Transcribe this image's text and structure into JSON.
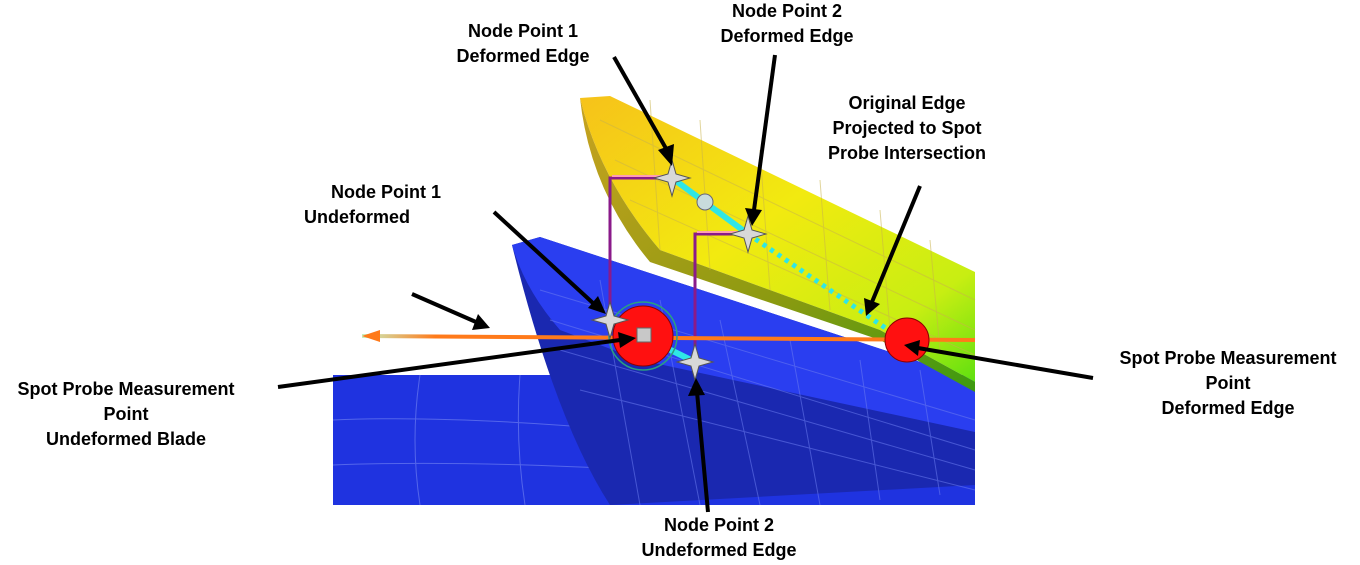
{
  "labels": {
    "node1_deformed": [
      "Node Point 1",
      "Deformed Edge"
    ],
    "node2_deformed": [
      "Node Point 2",
      "Deformed Edge"
    ],
    "original_edge": [
      "Original Edge",
      "Projected to Spot",
      "Probe Intersection"
    ],
    "node1_undeformed": [
      "Node Point 1",
      "Undeformed"
    ],
    "spot_undeformed": [
      "Spot Probe Measurement",
      "Point",
      "Undeformed Blade"
    ],
    "spot_deformed": [
      "Spot Probe Measurement",
      "Point",
      "Deformed Edge"
    ],
    "node2_undeformed": [
      "Node Point 2",
      "Undeformed Edge"
    ]
  },
  "colors": {
    "undeformed_blade": "#1f33e0",
    "undeformed_blade_shade": "#1a28b0",
    "deformed_blade_yellow": "#f2ea10",
    "deformed_blade_green": "#5fe010",
    "probe_point": "#ff1010",
    "probe_beam": "#ff7a1a",
    "edge_line": "#2fe6e6",
    "node_marker": "#d0d0d0",
    "bracket": "#8a1a8a"
  }
}
